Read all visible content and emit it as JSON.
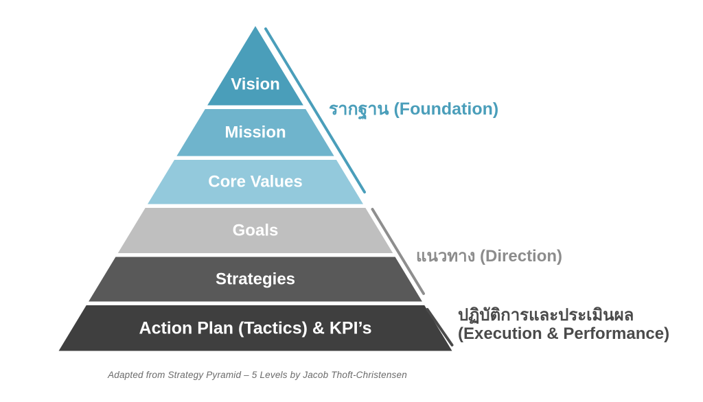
{
  "pyramid": {
    "levels": [
      {
        "label": "Vision",
        "color": "#4a9eba"
      },
      {
        "label": "Mission",
        "color": "#6fb4cc"
      },
      {
        "label": "Core Values",
        "color": "#93c9dc"
      },
      {
        "label": "Goals",
        "color": "#bfbfbf"
      },
      {
        "label": "Strategies",
        "color": "#595959"
      },
      {
        "label": "Action Plan (Tactics) & KPI’s",
        "color": "#3f3f3f"
      }
    ],
    "label_color": "#ffffff"
  },
  "brackets": [
    {
      "id": "foundation",
      "color": "#4a9eba"
    },
    {
      "id": "direction",
      "color": "#8e8e8e"
    },
    {
      "id": "execution",
      "color": "#4a4a4a"
    }
  ],
  "annotations": {
    "foundation": {
      "text": "รากฐาน (Foundation)",
      "color": "#4a9eba"
    },
    "direction": {
      "text": "แนวทาง (Direction)",
      "color": "#8c8c8c"
    },
    "execution": {
      "line1": "ปฏิบัติการและประเมินผล",
      "line2": "(Execution & Performance)",
      "color": "#4a4a4a"
    }
  },
  "caption": {
    "text": "Adapted from Strategy Pyramid – 5 Levels by Jacob Thoft-Christensen",
    "color": "#6a6a6a"
  }
}
